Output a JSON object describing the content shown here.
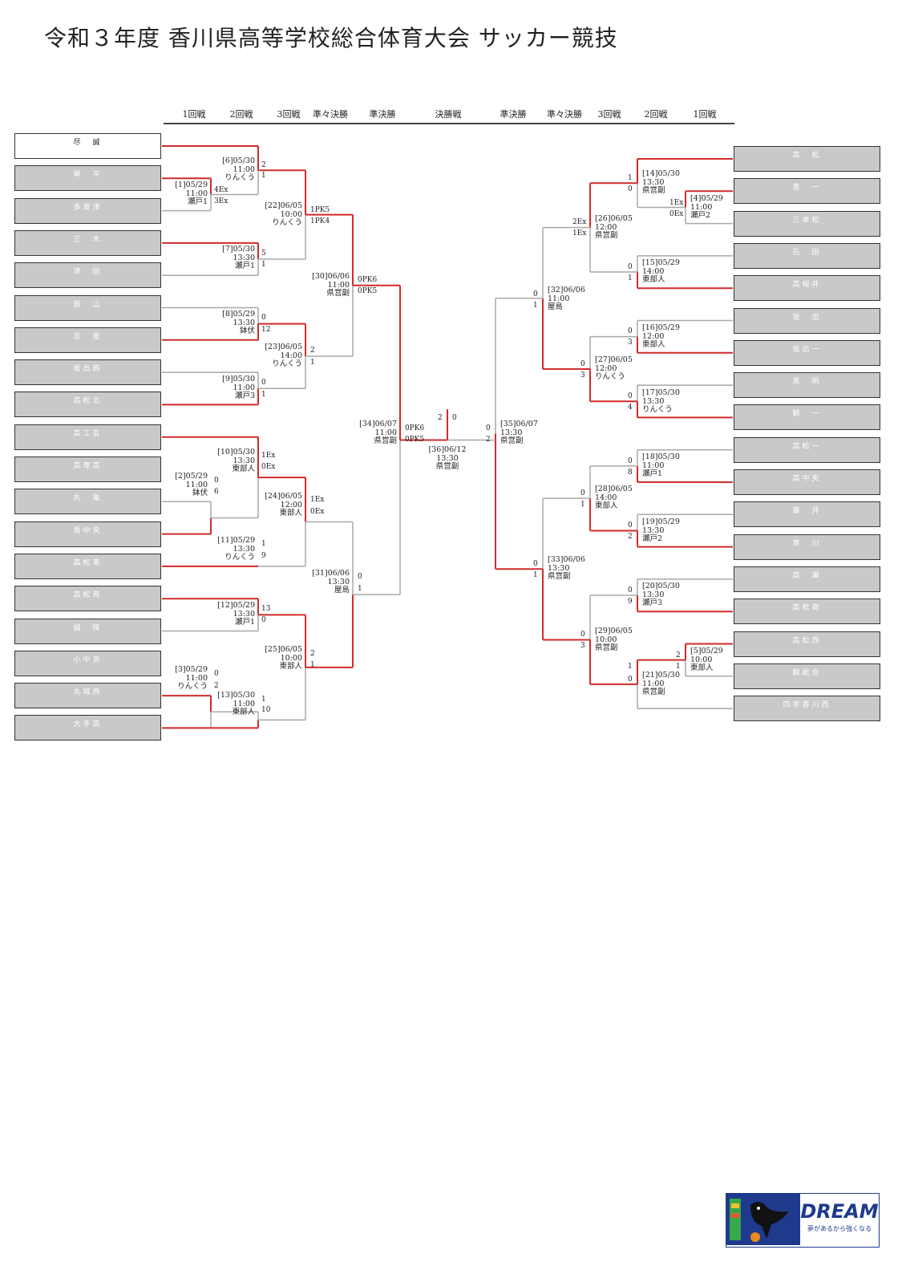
{
  "title": "令和３年度 香川県高等学校総合体育大会 サッカー競技",
  "rounds": [
    "1回戦",
    "2回戦",
    "3回戦",
    "準々決勝",
    "準決勝",
    "決勝戦",
    "準決勝",
    "準々決勝",
    "3回戦",
    "2回戦",
    "1回戦"
  ],
  "left_teams": [
    "尽　誠",
    "琴　平",
    "多度津",
    "三　木",
    "津　田",
    "飯　山",
    "志　度",
    "坂出商",
    "高松北",
    "高工芸",
    "高専高",
    "丸　亀",
    "香中央",
    "高松東",
    "高松商",
    "誠　陵",
    "小中央",
    "丸城西",
    "大手高"
  ],
  "right_teams": [
    "高　松",
    "善　一",
    "三本松",
    "石　田",
    "高桜井",
    "坂　出",
    "坂出一",
    "英　明",
    "観　一",
    "高松一",
    "高中央",
    "藤　井",
    "寒　川",
    "高　瀬",
    "高松南",
    "高松西",
    "観総合",
    "四学香川西"
  ],
  "matches": [
    {
      "label": "[1]05/29\n11:00\n瀬戸1",
      "s1": "4Ex",
      "s2": "3Ex"
    },
    {
      "label": "[2]05/29\n11:00\n鉢伏",
      "s1": "0",
      "s2": "6"
    },
    {
      "label": "[3]05/29\n11:00\nりんくう",
      "s1": "0",
      "s2": "2"
    },
    {
      "label": "[4]05/29\n11:00\n瀬戸2",
      "s1": "1Ex",
      "s2": "0Ex"
    },
    {
      "label": "[5]05/29\n10:00\n東部人",
      "s1": "2",
      "s2": "1"
    },
    {
      "label": "[6]05/30\n11:00\nりんくう",
      "s1": "2",
      "s2": "1"
    },
    {
      "label": "[7]05/30\n13:30\n瀬戸1",
      "s1": "5",
      "s2": "1"
    },
    {
      "label": "[8]05/29\n13:30\n鉢伏",
      "s1": "0",
      "s2": "12"
    },
    {
      "label": "[9]05/30\n11:00\n瀬戸3",
      "s1": "0",
      "s2": "1"
    },
    {
      "label": "[10]05/30\n13:30\n東部人",
      "s1": "1Ex",
      "s2": "0Ex"
    },
    {
      "label": "[11]05/29\n13:30\nりんくう",
      "s1": "1",
      "s2": "9"
    },
    {
      "label": "[12]05/29\n13:30\n瀬戸1",
      "s1": "13",
      "s2": "0"
    },
    {
      "label": "[13]05/30\n11:00\n東部人",
      "s1": "1",
      "s2": "10"
    },
    {
      "label": "[14]05/30\n13:30\n県営副",
      "s1": "1",
      "s2": "0"
    },
    {
      "label": "[15]05/29\n14:00\n東部人",
      "s1": "0",
      "s2": "1"
    },
    {
      "label": "[16]05/29\n12:00\n東部人",
      "s1": "0",
      "s2": "3"
    },
    {
      "label": "[17]05/30\n13:30\nりんくう",
      "s1": "0",
      "s2": "4"
    },
    {
      "label": "[18]05/30\n11:00\n瀬戸1",
      "s1": "0",
      "s2": "8"
    },
    {
      "label": "[19]05/29\n13:30\n瀬戸2",
      "s1": "0",
      "s2": "2"
    },
    {
      "label": "[20]05/30\n13:30\n瀬戸3",
      "s1": "0",
      "s2": "9"
    },
    {
      "label": "[21]05/30\n11:00\n県営副",
      "s1": "1",
      "s2": "0"
    },
    {
      "label": "[22]06/05\n10:00\nりんくう",
      "s1": "1PK5",
      "s2": "1PK4"
    },
    {
      "label": "[23]06/05\n14:00\nりんくう",
      "s1": "2",
      "s2": "1"
    },
    {
      "label": "[24]06/05\n12:00\n東部人",
      "s1": "1Ex",
      "s2": "0Ex"
    },
    {
      "label": "[25]06/05\n10:00\n東部人",
      "s1": "2",
      "s2": "1"
    },
    {
      "label": "[26]06/05\n12:00\n県営副",
      "s1": "2Ex",
      "s2": "1Ex"
    },
    {
      "label": "[27]06/05\n12:00\nりんくう",
      "s1": "0",
      "s2": "3"
    },
    {
      "label": "[28]06/05\n14:00\n東部人",
      "s1": "0",
      "s2": "1"
    },
    {
      "label": "[29]06/05\n10:00\n県営副",
      "s1": "0",
      "s2": "3"
    },
    {
      "label": "[30]06/06\n11:00\n県営副",
      "s1": "0PK6",
      "s2": "0PK5"
    },
    {
      "label": "[31]06/06\n13:30\n屋島",
      "s1": "0",
      "s2": "1"
    },
    {
      "label": "[32]06/06\n11:00\n屋島",
      "s1": "0",
      "s2": "1"
    },
    {
      "label": "[33]06/06\n13:30\n県営副",
      "s1": "0",
      "s2": "1"
    },
    {
      "label": "[34]06/07\n11:00\n県営副",
      "s1": "0PK6",
      "s2": "0PK5"
    },
    {
      "label": "[35]06/07\n13:30\n県営副",
      "s1": "0",
      "s2": "2"
    },
    {
      "label": "[36]06/12\n13:30\n県営副",
      "s1": "2",
      "s2": "0"
    }
  ],
  "logo": {
    "name": "DREAM",
    "tagline": "夢があるから強くなる"
  },
  "colors": {
    "win": "#d12b2b",
    "lose": "#a8a8a8",
    "box": "#c9c9c9"
  }
}
